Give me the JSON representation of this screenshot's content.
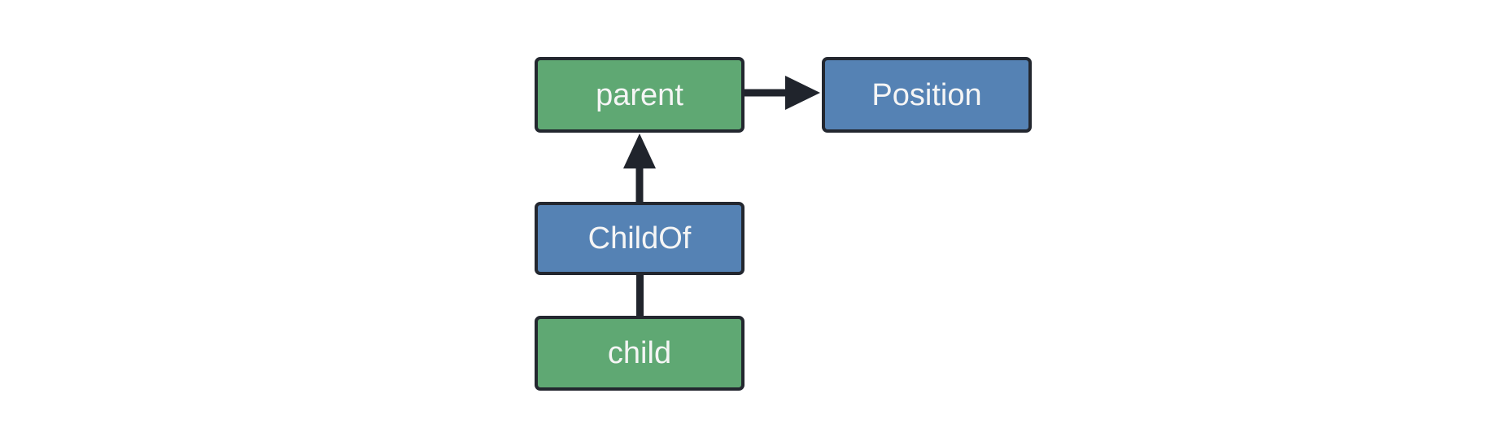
{
  "diagram": {
    "type": "flowchart",
    "background": "#ffffff",
    "colors": {
      "entity_fill": "#5fa873",
      "component_fill": "#5582b4",
      "node_border": "#23272f",
      "node_text": "#f5f5f5",
      "edge_color": "#20242c"
    },
    "nodes": [
      {
        "id": "parent",
        "label": "parent",
        "kind": "entity",
        "fill": "#5fa873"
      },
      {
        "id": "Position",
        "label": "Position",
        "kind": "component",
        "fill": "#5582b4"
      },
      {
        "id": "ChildOf",
        "label": "ChildOf",
        "kind": "relationship",
        "fill": "#5582b4"
      },
      {
        "id": "child",
        "label": "child",
        "kind": "entity",
        "fill": "#5fa873"
      }
    ],
    "edges": [
      {
        "from": "parent",
        "to": "Position",
        "arrow": "triangle",
        "direction": "right"
      },
      {
        "from": "ChildOf",
        "to": "parent",
        "arrow": "triangle",
        "direction": "up"
      },
      {
        "from": "child",
        "to": "ChildOf",
        "arrow": "none",
        "direction": "up"
      }
    ]
  }
}
